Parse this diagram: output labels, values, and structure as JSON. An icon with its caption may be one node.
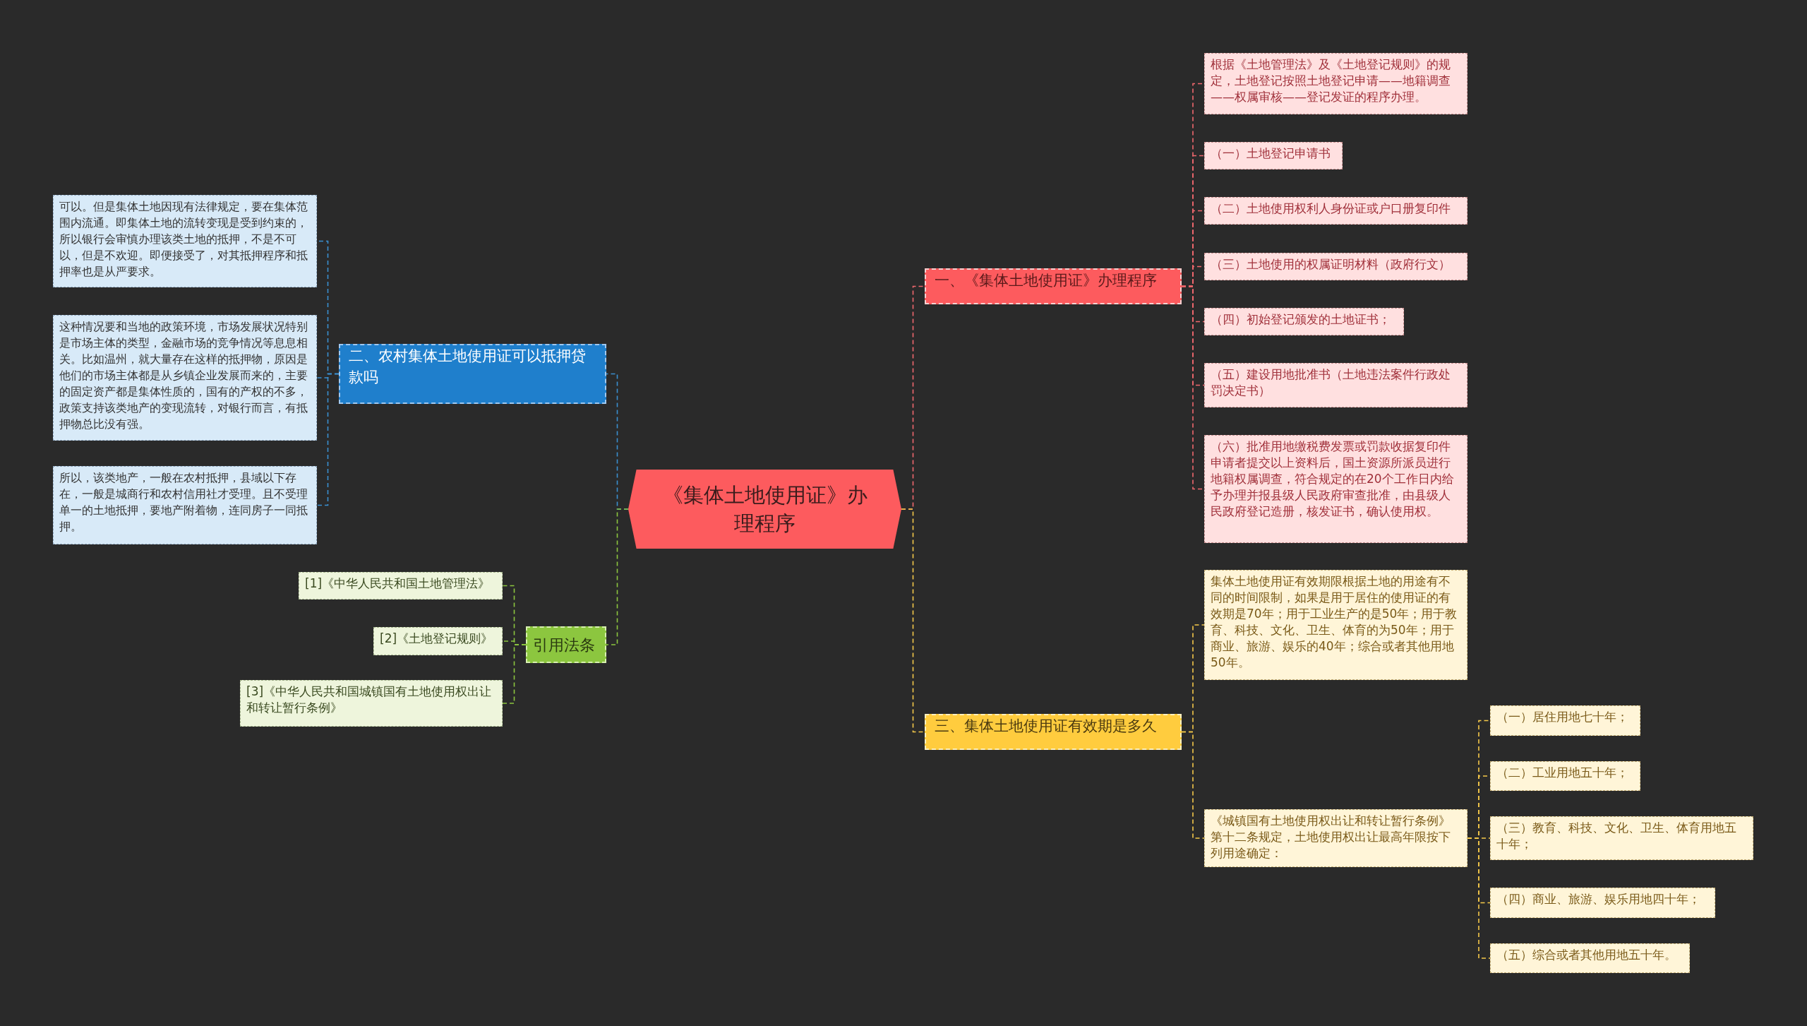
{
  "diagram": {
    "nodes": [
      {
        "text": [
          "《集体土地使用证》办理程序"
        ]
      },
      {
        "text": [
          "一、《集体土地使用证》办理程序"
        ]
      },
      {
        "text": [
          "根据《土地管理法》及《土地登记规则》的规定，土地登记按照土地登记申请——地籍调查——权属审核——登记发证的程序办理。"
        ]
      },
      {
        "text": [
          "（一）土地登记申请书"
        ]
      },
      {
        "text": [
          "（二）土地使用权利人身份证或户口册复印件"
        ]
      },
      {
        "text": [
          "（三）土地使用的权属证明材料（政府行文）"
        ]
      },
      {
        "text": [
          "（四）初始登记颁发的土地证书；"
        ]
      },
      {
        "text": [
          "（五）建设用地批准书（土地违法案件行政处罚决定书）"
        ]
      },
      {
        "text": [
          "（六）批准用地缴税费发票或罚款收据复印件申请者提交以上资料后，国土资源所派员进行地籍权属调查，符合规定的在20个工作日内给予办理并报县级人民政府审查批准，由县级人民政府登记造册，核发证书，确认使用权。"
        ]
      },
      {
        "text": [
          "三、集体土地使用证有效期是多久"
        ]
      },
      {
        "text": [
          "集体土地使用证有效期限根据土地的用途有不同的时间限制，如果是用于居住的使用证的有效期是70年；用于工业生产的是50年；用于教育、科技、文化、卫生、体育的为50年；用于商业、旅游、娱乐的40年；综合或者其他用地50年。"
        ]
      },
      {
        "text": [
          "《城镇国有土地使用权出让和转让暂行条例》第十二条规定，土地使用权出让最高年限按下列用途确定："
        ]
      },
      {
        "text": [
          "（一）居住用地七十年；"
        ]
      },
      {
        "text": [
          "（二）工业用地五十年；"
        ]
      },
      {
        "text": [
          "（三）教育、科技、文化、卫生、体育用地五十年；"
        ]
      },
      {
        "text": [
          "（四）商业、旅游、娱乐用地四十年；"
        ]
      },
      {
        "text": [
          "（五）综合或者其他用地五十年。"
        ]
      },
      {
        "text": [
          "二、农村集体土地使用证可以抵押贷款吗"
        ]
      },
      {
        "text": [
          "可以。但是集体土地因现有法律规定，要在集体范围内流通。即集体土地的流转变现是受到约束的，所以银行会审慎办理该类土地的抵押，不是不可以，但是不欢迎。即便接受了，对其抵押程序和抵押率也是从严要求。"
        ]
      },
      {
        "text": [
          "这种情况要和当地的政策环境，市场发展状况特别是市场主体的类型，金融市场的竞争情况等息息相关。比如温州，就大量存在这样的抵押物，原因是他们的市场主体都是从乡镇企业发展而来的，主要的固定资产都是集体性质的，国有的产权的不多，政策支持该类地产的变现流转，对银行而言，有抵押物总比没有强。"
        ]
      },
      {
        "text": [
          "所以，该类地产，一般在农村抵押，县域以下存在，一般是城商行和农村信用社才受理。且不受理单一的土地抵押，要地产附着物，连同房子一同抵押。"
        ]
      },
      {
        "text": [
          "引用法条"
        ]
      },
      {
        "text": [
          "[1]《中华人民共和国土地管理法》"
        ]
      },
      {
        "text": [
          "[2]《土地登记规则》"
        ]
      },
      {
        "text": [
          "[3]《中华人民共和国城镇国有土地使用权出让和转让暂行条例》"
        ]
      }
    ],
    "edges": [
      {
        "from": 0,
        "to": 1,
        "arrow": "none",
        "style": "dashed",
        "color": "#f0686e"
      },
      {
        "from": 1,
        "to": 2,
        "arrow": "none",
        "style": "dashed",
        "color": "#f0686e"
      },
      {
        "from": 1,
        "to": 3,
        "arrow": "none",
        "style": "dashed",
        "color": "#f0686e"
      },
      {
        "from": 1,
        "to": 4,
        "arrow": "none",
        "style": "dashed",
        "color": "#f0686e"
      },
      {
        "from": 1,
        "to": 5,
        "arrow": "none",
        "style": "dashed",
        "color": "#f0686e"
      },
      {
        "from": 1,
        "to": 6,
        "arrow": "none",
        "style": "dashed",
        "color": "#f0686e"
      },
      {
        "from": 1,
        "to": 7,
        "arrow": "none",
        "style": "dashed",
        "color": "#f0686e"
      },
      {
        "from": 1,
        "to": 8,
        "arrow": "none",
        "style": "dashed",
        "color": "#f0686e"
      },
      {
        "from": 0,
        "to": 9,
        "arrow": "none",
        "style": "dashed",
        "color": "#f5c94a"
      },
      {
        "from": 9,
        "to": 10,
        "arrow": "none",
        "style": "dashed",
        "color": "#f5c94a"
      },
      {
        "from": 9,
        "to": 11,
        "arrow": "none",
        "style": "dashed",
        "color": "#f5c94a"
      },
      {
        "from": 11,
        "to": 12,
        "arrow": "none",
        "style": "dashed",
        "color": "#f5c94a"
      },
      {
        "from": 11,
        "to": 13,
        "arrow": "none",
        "style": "dashed",
        "color": "#f5c94a"
      },
      {
        "from": 11,
        "to": 14,
        "arrow": "none",
        "style": "dashed",
        "color": "#f5c94a"
      },
      {
        "from": 11,
        "to": 15,
        "arrow": "none",
        "style": "dashed",
        "color": "#f5c94a"
      },
      {
        "from": 11,
        "to": 16,
        "arrow": "none",
        "style": "dashed",
        "color": "#f5c94a"
      },
      {
        "from": 0,
        "to": 17,
        "arrow": "none",
        "style": "dashed",
        "color": "#3a8fd0"
      },
      {
        "from": 17,
        "to": 18,
        "arrow": "none",
        "style": "dashed",
        "color": "#3a8fd0"
      },
      {
        "from": 17,
        "to": 19,
        "arrow": "none",
        "style": "dashed",
        "color": "#3a8fd0"
      },
      {
        "from": 17,
        "to": 20,
        "arrow": "none",
        "style": "dashed",
        "color": "#3a8fd0"
      },
      {
        "from": 0,
        "to": 21,
        "arrow": "none",
        "style": "dashed",
        "color": "#8cc63f"
      },
      {
        "from": 21,
        "to": 22,
        "arrow": "none",
        "style": "dashed",
        "color": "#8cc63f"
      },
      {
        "from": 21,
        "to": 23,
        "arrow": "none",
        "style": "dashed",
        "color": "#8cc63f"
      },
      {
        "from": 21,
        "to": 24,
        "arrow": "none",
        "style": "dashed",
        "color": "#8cc63f"
      }
    ]
  }
}
